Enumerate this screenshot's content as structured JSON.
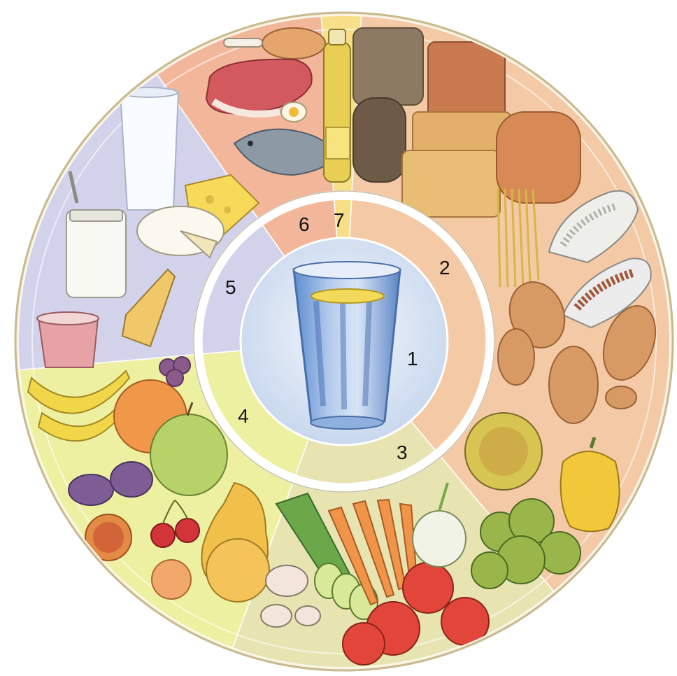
{
  "colors": {
    "background": "#ffffff",
    "outer_border": "#d9c9a3",
    "ring_border": "#f4f1ea",
    "water": "#dbe6f4",
    "grains": "#f3c9a6",
    "vegetables": "#e7e4b2",
    "fruit": "#eef0a1",
    "dairy": "#d2d2ea",
    "meat_fish_egg": "#f2b79a",
    "fats_oils": "#f6df86",
    "glass_blue": "#7ea3d6",
    "lemon": "#f1d95a"
  },
  "segments": [
    {
      "number": "1",
      "group": "water",
      "color": "#dbe6f4",
      "icons": [
        "glass-of-water-icon",
        "lemon-slice-icon"
      ]
    },
    {
      "number": "2",
      "group": "grains-and-potatoes",
      "color": "#f3c9a6",
      "icons": [
        "bread-icon",
        "cereal-grains-icon",
        "pasta-icon",
        "rice-icon",
        "lentils-icon",
        "potato-icon"
      ]
    },
    {
      "number": "3",
      "group": "vegetables",
      "color": "#e7e4b2",
      "icons": [
        "lettuce-icon",
        "bell-pepper-icon",
        "fennel-icon",
        "broccoli-icon",
        "tomato-icon",
        "carrot-icon",
        "cucumber-icon",
        "leek-icon",
        "mushroom-icon"
      ]
    },
    {
      "number": "4",
      "group": "fruit",
      "color": "#eef0a1",
      "icons": [
        "banana-icon",
        "orange-icon",
        "apple-icon",
        "plum-icon",
        "cherry-icon",
        "pear-icon",
        "apricot-icon",
        "grapes-icon"
      ]
    },
    {
      "number": "5",
      "group": "dairy",
      "color": "#d2d2ea",
      "icons": [
        "milk-glass-icon",
        "yogurt-jar-icon",
        "cheese-icon",
        "camembert-icon",
        "yogurt-cup-icon"
      ]
    },
    {
      "number": "6",
      "group": "meat-fish-eggs",
      "color": "#f2b79a",
      "icons": [
        "steak-icon",
        "fish-icon",
        "egg-icon",
        "chicken-leg-icon"
      ]
    },
    {
      "number": "7",
      "group": "fats-and-oils",
      "color": "#f6df86",
      "icons": [
        "oil-bottle-icon",
        "butter-icon"
      ]
    }
  ]
}
